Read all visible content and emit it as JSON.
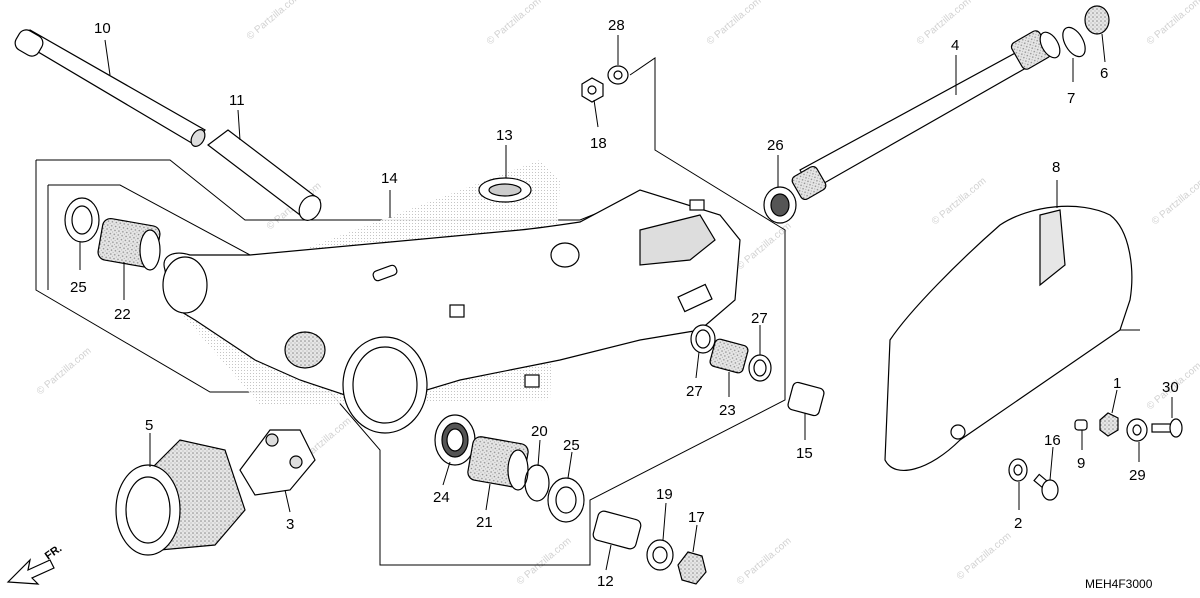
{
  "diagram": {
    "code": "MEH4F3000",
    "direction_label": "FR.",
    "watermark": "© Partzilla.com",
    "colors": {
      "part_fill": "#ffffff",
      "shade": "#d6d6d6",
      "dots": "#9a9a9a",
      "outline": "#000000"
    },
    "callouts": [
      {
        "id": "10",
        "label": "10"
      },
      {
        "id": "11",
        "label": "11"
      },
      {
        "id": "28",
        "label": "28"
      },
      {
        "id": "18",
        "label": "18"
      },
      {
        "id": "13",
        "label": "13"
      },
      {
        "id": "14",
        "label": "14"
      },
      {
        "id": "4",
        "label": "4"
      },
      {
        "id": "7",
        "label": "7"
      },
      {
        "id": "6",
        "label": "6"
      },
      {
        "id": "26",
        "label": "26"
      },
      {
        "id": "8",
        "label": "8"
      },
      {
        "id": "25a",
        "label": "25"
      },
      {
        "id": "22",
        "label": "22"
      },
      {
        "id": "27a",
        "label": "27"
      },
      {
        "id": "27b",
        "label": "27"
      },
      {
        "id": "23",
        "label": "23"
      },
      {
        "id": "15",
        "label": "15"
      },
      {
        "id": "1",
        "label": "1"
      },
      {
        "id": "30",
        "label": "30"
      },
      {
        "id": "16",
        "label": "16"
      },
      {
        "id": "9",
        "label": "9"
      },
      {
        "id": "29",
        "label": "29"
      },
      {
        "id": "2",
        "label": "2"
      },
      {
        "id": "5",
        "label": "5"
      },
      {
        "id": "3",
        "label": "3"
      },
      {
        "id": "24",
        "label": "24"
      },
      {
        "id": "20",
        "label": "20"
      },
      {
        "id": "25b",
        "label": "25"
      },
      {
        "id": "21",
        "label": "21"
      },
      {
        "id": "19",
        "label": "19"
      },
      {
        "id": "17",
        "label": "17"
      },
      {
        "id": "12",
        "label": "12"
      }
    ]
  }
}
